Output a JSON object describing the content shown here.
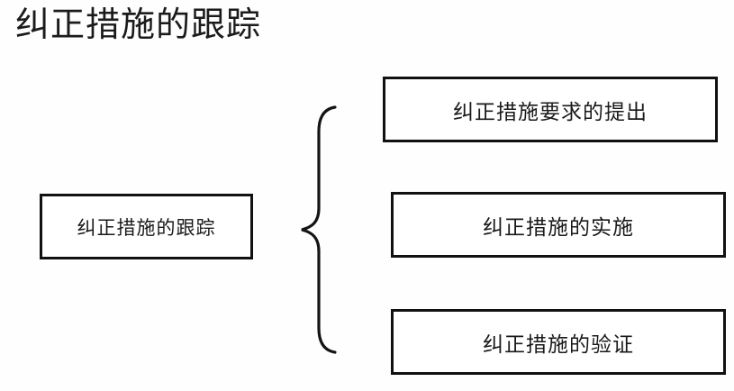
{
  "page": {
    "title": "纠正措施的跟踪",
    "background_color": "#fefefe",
    "text_color": "#1a1a1a",
    "border_color": "#111111"
  },
  "diagram": {
    "type": "brace-breakdown",
    "root": {
      "label": "纠正措施的跟踪"
    },
    "connector": {
      "icon": "left-curly-brace"
    },
    "branches": [
      {
        "label": "纠正措施要求的提出"
      },
      {
        "label": "纠正措施的实施"
      },
      {
        "label": "纠正措施的验证"
      }
    ]
  }
}
